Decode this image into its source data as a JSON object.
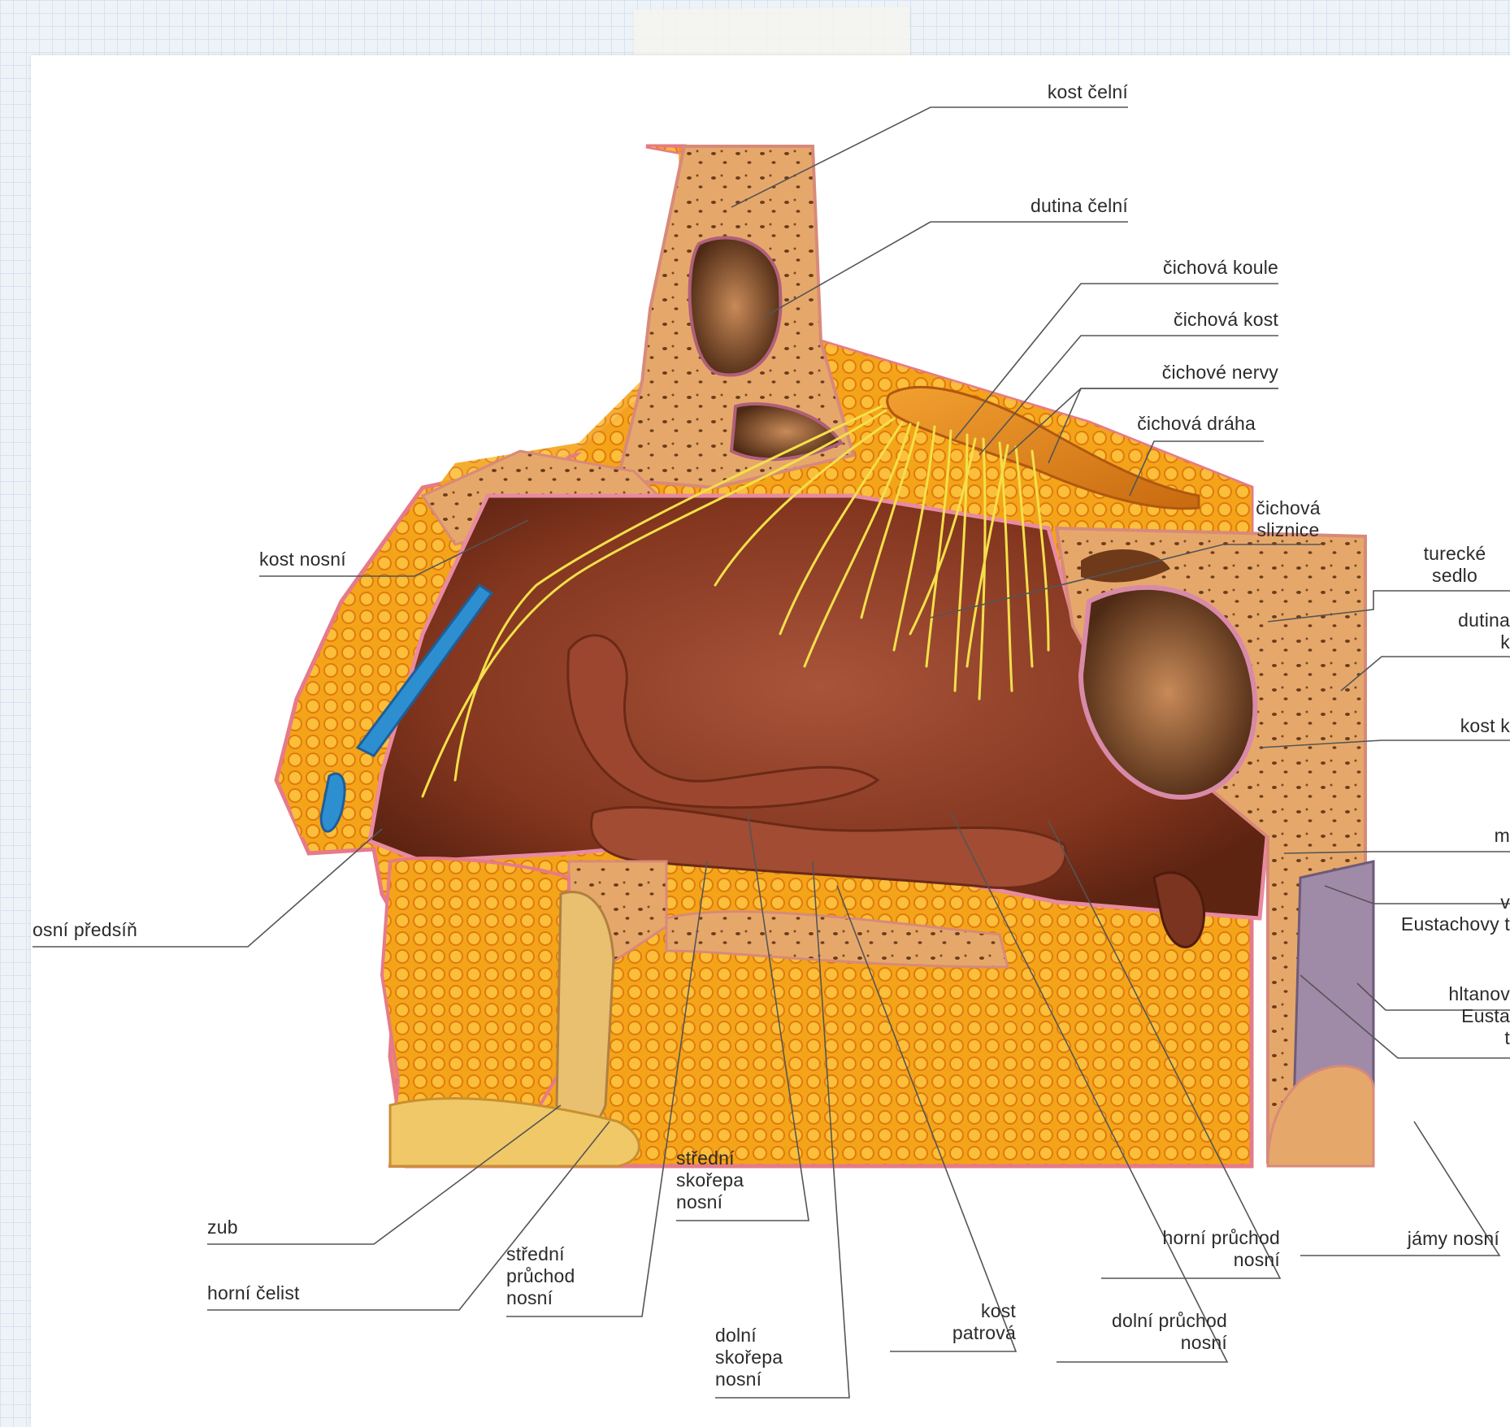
{
  "colors": {
    "grid_background": "#eef3f8",
    "tissue_orange": "#f0a020",
    "bone_tan": "#e4a868",
    "mucosa_brown": "#8a3a22",
    "nerve_yellow": "#f6e040",
    "cartilage_blue": "#2f8fd0",
    "leader_line": "#444444"
  },
  "labels": {
    "kost_celni": "kost čelní",
    "dutina_celni": "dutina čelní",
    "cichova_koule": "čichová koule",
    "cichova_kost": "čichová kost",
    "cichove_nervy": "čichové nervy",
    "cichova_draha": "čichová dráha",
    "cichova_sliznice": "čichová\nsliznice",
    "turecke_sedlo": "turecké\nsedlo",
    "dutina_k": "dutina\nk",
    "kost_k": "kost k",
    "m": "m",
    "eustachovy": "v\nEustachovy t",
    "hltanove": "hltanov\nEusta\nt",
    "kost_nosni": "kost nosní",
    "nosni_predsin": "osní předsíň",
    "zub": "zub",
    "horni_celist": "horní čelist",
    "stredni_pruchod": "střední\nprůchod\nnosní",
    "stredni_skorepa": "střední\nskořepa\nnosní",
    "dolni_skorepa": "dolní\nskořepa\nnosní",
    "kost_patrova": "kost\npatrová",
    "dolni_pruchod": "dolní průchod\nnosní",
    "horni_pruchod": "horní průchod\nnosní",
    "jamy_nosni": "jámy nosní"
  }
}
